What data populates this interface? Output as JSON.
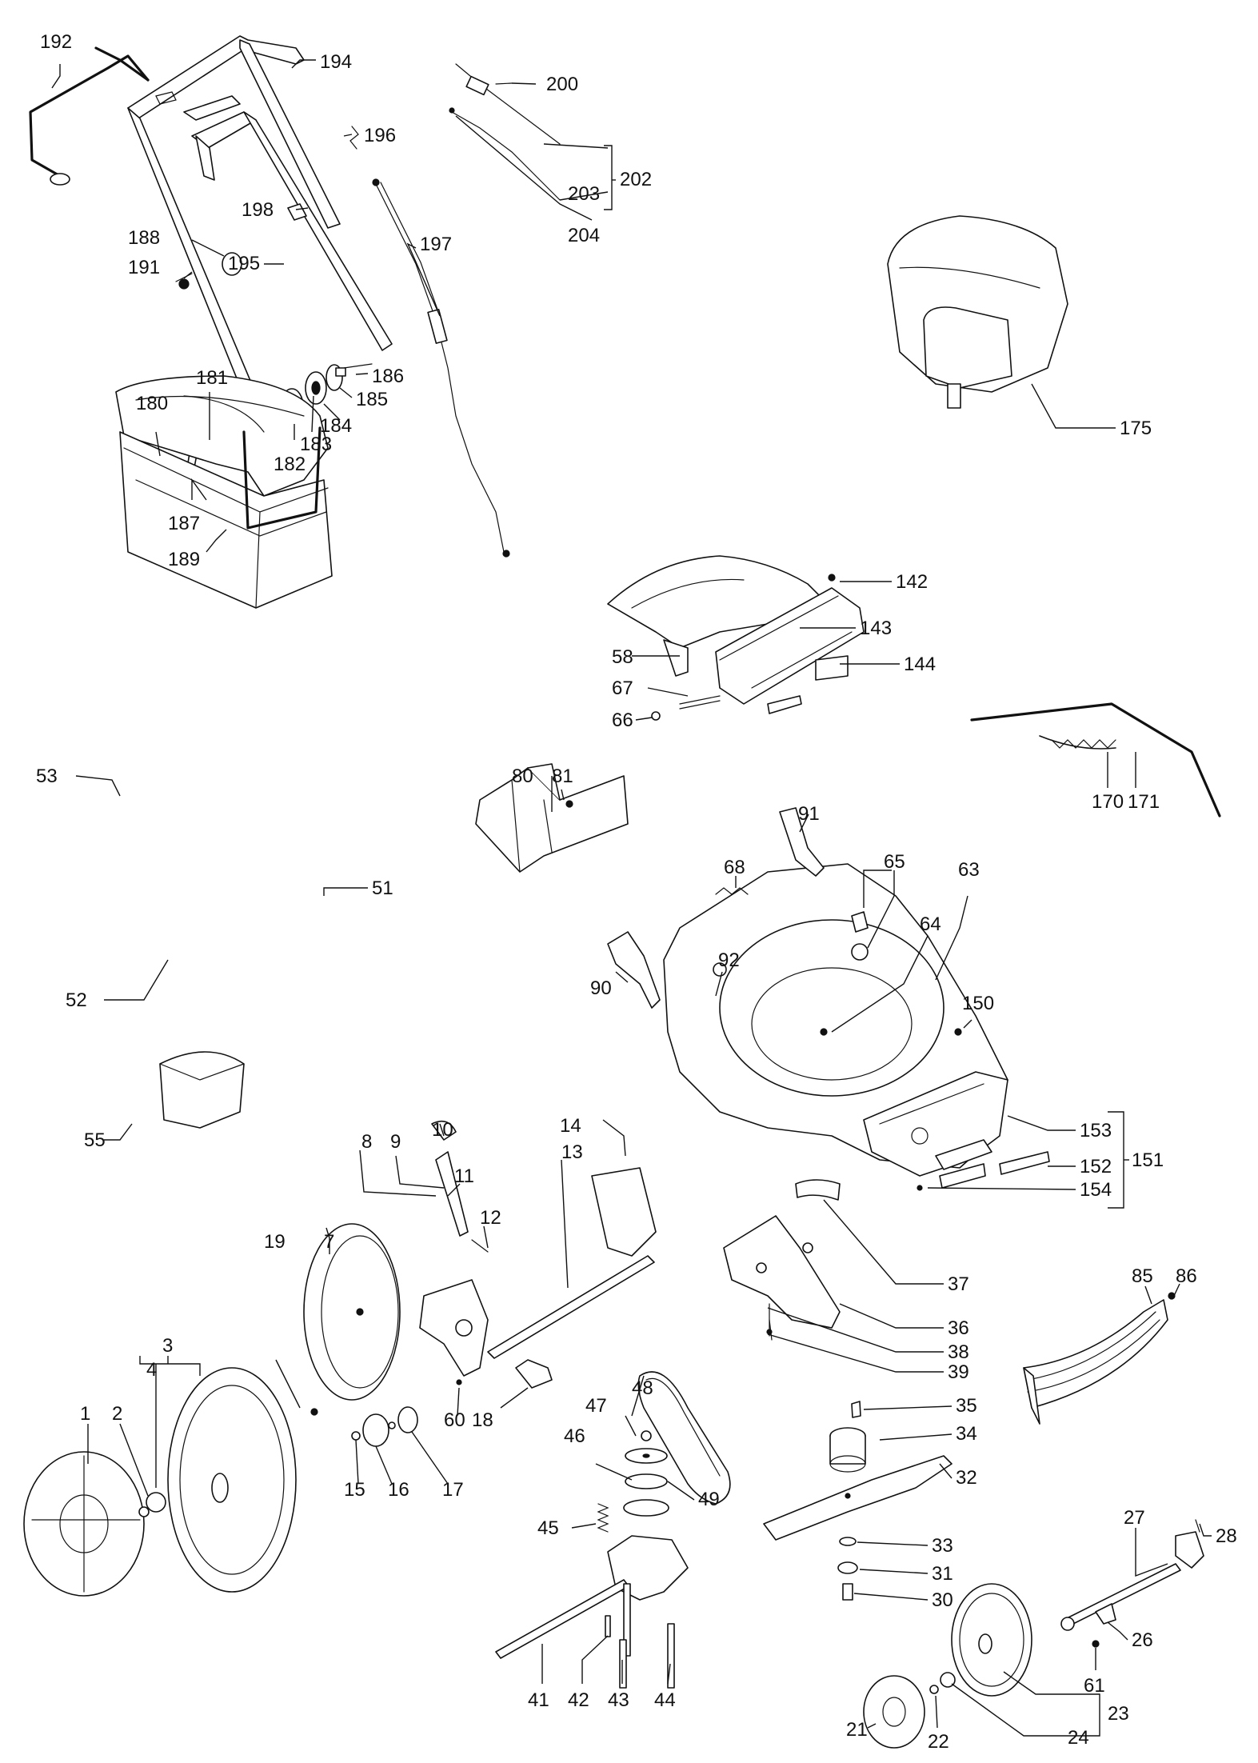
{
  "labels": {
    "l1": "1",
    "l2": "2",
    "l3": "3",
    "l4": "4",
    "l7": "7",
    "l8": "8",
    "l9": "9",
    "l10": "10",
    "l11": "11",
    "l12": "12",
    "l13": "13",
    "l14": "14",
    "l15": "15",
    "l16": "16",
    "l17": "17",
    "l18": "18",
    "l19": "19",
    "l21": "21",
    "l22": "22",
    "l23": "23",
    "l24": "24",
    "l26": "26",
    "l27": "27",
    "l28": "28",
    "l30": "30",
    "l31": "31",
    "l32": "32",
    "l33": "33",
    "l34": "34",
    "l35": "35",
    "l36": "36",
    "l37": "37",
    "l38": "38",
    "l39": "39",
    "l41": "41",
    "l42": "42",
    "l43": "43",
    "l44": "44",
    "l45": "45",
    "l46": "46",
    "l47": "47",
    "l48": "48",
    "l49": "49",
    "l51": "51",
    "l52": "52",
    "l53": "53",
    "l55": "55",
    "l58": "58",
    "l60": "60",
    "l61": "61",
    "l63": "63",
    "l64": "64",
    "l65": "65",
    "l66": "66",
    "l67": "67",
    "l68": "68",
    "l80": "80",
    "l81": "81",
    "l85": "85",
    "l86": "86",
    "l90": "90",
    "l91": "91",
    "l92": "92",
    "l142": "142",
    "l143": "143",
    "l144": "144",
    "l150": "150",
    "l151": "151",
    "l152": "152",
    "l153": "153",
    "l154": "154",
    "l170": "170",
    "l171": "171",
    "l175": "175",
    "l180": "180",
    "l181": "181",
    "l182": "182",
    "l183": "183",
    "l184": "184",
    "l185": "185",
    "l186": "186",
    "l187": "187",
    "l188": "188",
    "l189": "189",
    "l191": "191",
    "l192": "192",
    "l194": "194",
    "l195": "195",
    "l196": "196",
    "l197": "197",
    "l198": "198",
    "l200": "200",
    "l202": "202",
    "l203": "203",
    "l204": "204"
  }
}
